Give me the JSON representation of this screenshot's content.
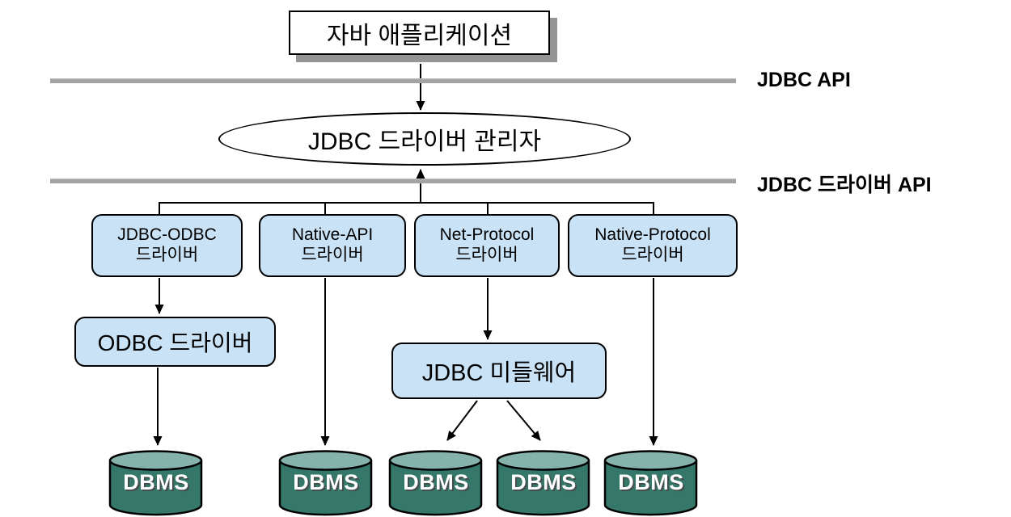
{
  "diagram": {
    "java_application": "자바 애플리케이션",
    "driver_manager": "JDBC 드라이버 관리자",
    "api_labels": {
      "jdbc_api": "JDBC API",
      "jdbc_driver_api": "JDBC 드라이버 API"
    },
    "driver_boxes": [
      {
        "name": "JDBC-ODBC",
        "subtitle": "드라이버"
      },
      {
        "name": "Native-API",
        "subtitle": "드라이버"
      },
      {
        "name": "Net-Protocol",
        "subtitle": "드라이버"
      },
      {
        "name": "Native-Protocol",
        "subtitle": "드라이버"
      }
    ],
    "odbc_driver": "ODBC 드라이버",
    "middleware": "JDBC 미들웨어",
    "dbms": [
      {
        "label": "DBMS"
      },
      {
        "label": "DBMS"
      },
      {
        "label": "DBMS"
      },
      {
        "label": "DBMS"
      },
      {
        "label": "DBMS"
      }
    ]
  },
  "colors": {
    "box_blue": "#c9e2f5",
    "cylinder_body": "#35786a",
    "cylinder_top": "#85b2aa",
    "line_gray": "#a3a3a3",
    "shadow_gray": "#949494",
    "dbms_text": "#ffffff"
  }
}
